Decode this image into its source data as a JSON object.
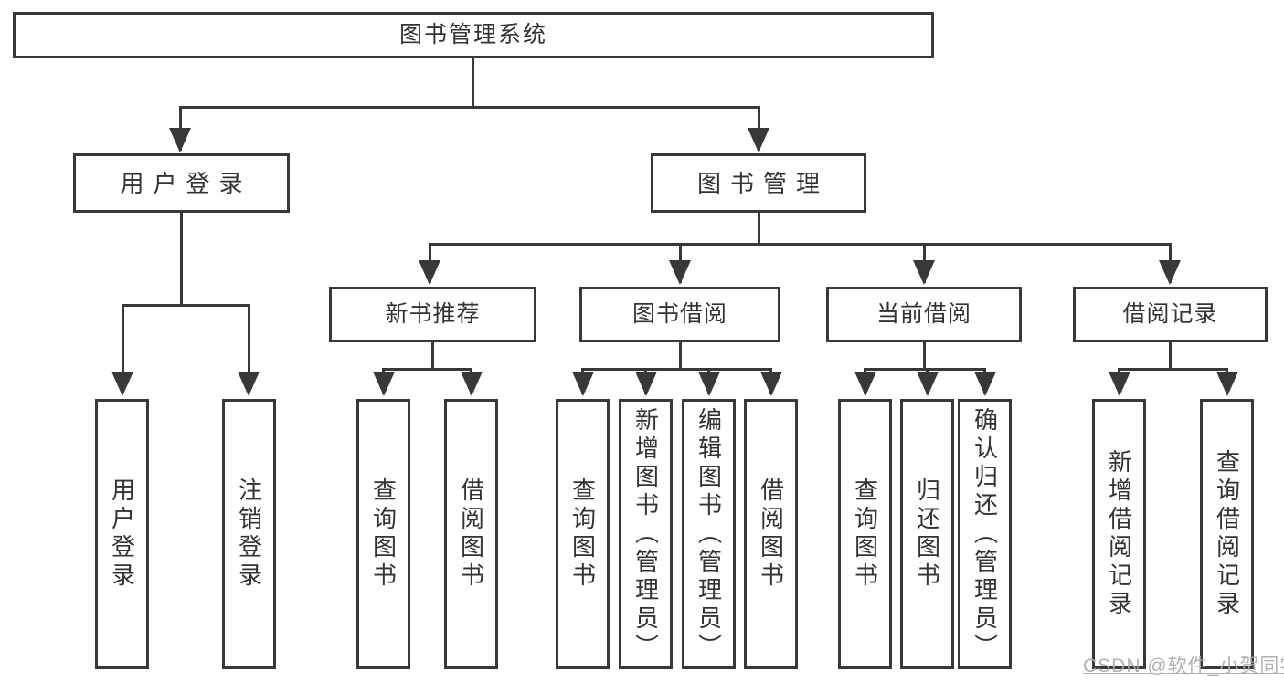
{
  "diagram": {
    "title": "图书管理系统",
    "level2": {
      "user_login": "用户登录",
      "book_mgmt": "图书管理"
    },
    "level3": {
      "new_books": "新书推荐",
      "book_borrow": "图书借阅",
      "current_borrow": "当前借阅",
      "borrow_records": "借阅记录"
    },
    "leaves": {
      "user": [
        "用户登录",
        "注销登录"
      ],
      "new_books": [
        "查询图书",
        "借阅图书"
      ],
      "book_borrow": [
        "查询图书",
        "新增图书（管理员）",
        "编辑图书（管理员）",
        "借阅图书"
      ],
      "current_borrow": [
        "查询图书",
        "归还图书",
        "确认归还（管理员）"
      ],
      "borrow_records": [
        "新增借阅记录",
        "查询借阅记录"
      ]
    },
    "colors": {
      "line": "#383838",
      "text": "#333333",
      "watermark": "#a9a9a9",
      "background": "#ffffff"
    },
    "watermark": "CSDN @软件_小贺同学"
  }
}
